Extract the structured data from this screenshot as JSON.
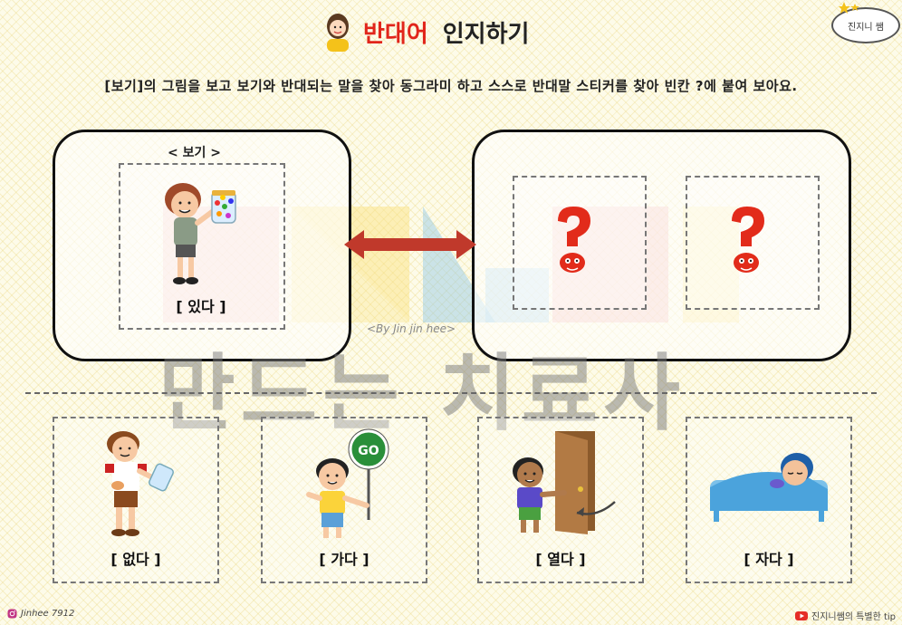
{
  "header": {
    "title_red": "반대어",
    "title_black": "인지하기",
    "badge_text": "진지니 쌤"
  },
  "instruction": "[보기]의 그림을 보고 보기와 반대되는 말을 찾아 동그라미 하고 스스로 반대말 스티커를 찾아 빈칸 ?에 붙여 보아요.",
  "example": {
    "label": "< 보기 >",
    "caption": "[ 있다 ]"
  },
  "watermark": {
    "text": "만드는 치료사",
    "byline": "<By Jin jin hee>"
  },
  "cards": [
    {
      "caption": "[ 없다 ]"
    },
    {
      "caption": "[ 가다 ]",
      "sign": "GO"
    },
    {
      "caption": "[ 열다 ]"
    },
    {
      "caption": "[ 자다 ]"
    }
  ],
  "footer": {
    "left": "Jinhee 7912",
    "right": "진지니쌤의 특별한 tip"
  },
  "colors": {
    "title_red": "#e1251b",
    "arrow_red": "#c0392b",
    "question_red": "#e22b1a"
  }
}
